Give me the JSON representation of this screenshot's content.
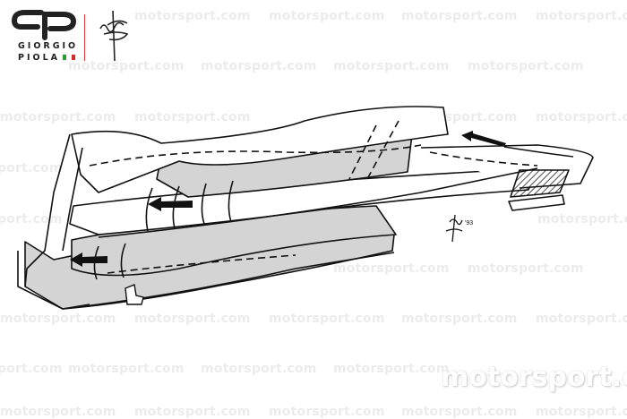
{
  "watermark": {
    "text": "motorsport.com",
    "brand_text": "motorsport.com"
  },
  "credit": {
    "artist_line1": "GIORGIO",
    "artist_line2": "PIOLA",
    "flag_colors": [
      "#2e9b3a",
      "#ffffff",
      "#d32a2a"
    ],
    "divider_color": "#dd3333"
  },
  "illustration": {
    "subject": "front-wing",
    "signature_year": "'93",
    "fill_color": "#d4d4d4",
    "line_color": "#111111"
  }
}
